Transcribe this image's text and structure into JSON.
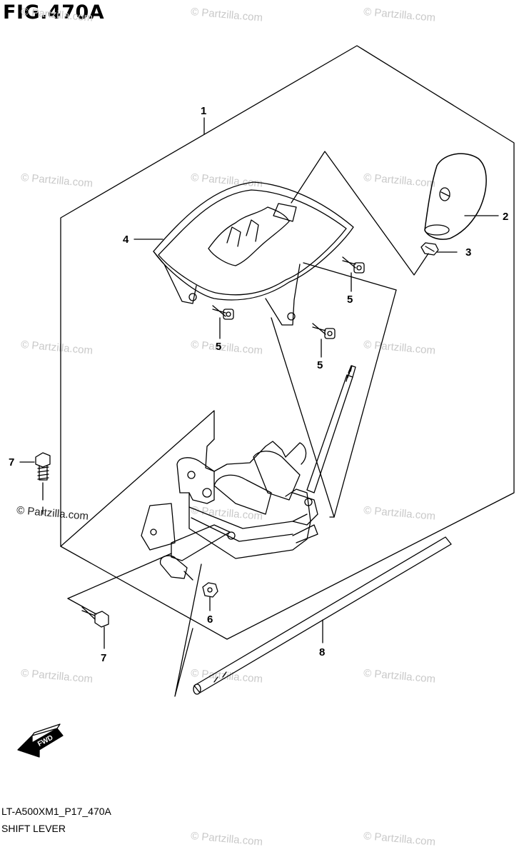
{
  "figure": {
    "title": "FIG.470A",
    "code": "LT-A500XM1_P17_470A",
    "caption": "SHIFT LEVER"
  },
  "watermark": "© Partzilla.com",
  "direction_marker": "FWD",
  "callouts": [
    "1",
    "2",
    "3",
    "4",
    "5",
    "5",
    "5",
    "6",
    "7",
    "7",
    "8"
  ],
  "colors": {
    "line": "#000000",
    "watermark": "#c9c9c9"
  }
}
